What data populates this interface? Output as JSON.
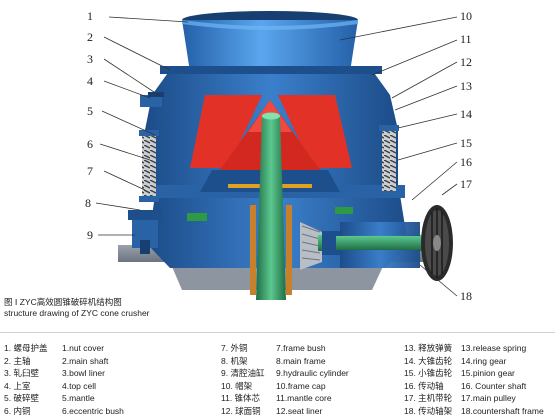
{
  "callouts": [
    "1",
    "2",
    "3",
    "4",
    "5",
    "6",
    "7",
    "8",
    "9",
    "10",
    "11",
    "12",
    "13",
    "14",
    "15",
    "16",
    "17",
    "18"
  ],
  "caption": {
    "cn": "图 Ⅰ   ZYC高效圆锥破碎机结构图",
    "en": "structure drawing of ZYC cone crusher"
  },
  "legend": [
    {
      "cn": "1. 螺母护盖",
      "en": "1.nut cover"
    },
    {
      "cn": "2. 主轴",
      "en": "2.main shaft"
    },
    {
      "cn": "3. 轧臼壁",
      "en": "3.bowl liner"
    },
    {
      "cn": "4. 上室",
      "en": "4.top cell"
    },
    {
      "cn": "5. 破碎壁",
      "en": "5.mantle"
    },
    {
      "cn": "6. 内铜",
      "en": "6.eccentric bush"
    },
    {
      "cn": "7. 外铜",
      "en": "7.frame bush"
    },
    {
      "cn": "8. 机架",
      "en": "8.main frame"
    },
    {
      "cn": "9. 清腔油缸",
      "en": "9.hydraulic cylinder"
    },
    {
      "cn": "10. 帽架",
      "en": "10.frame cap"
    },
    {
      "cn": "11. 锥体芯",
      "en": "11.mantle core"
    },
    {
      "cn": "12. 球面铜",
      "en": "12.seat liner"
    },
    {
      "cn": "13. 释放弹簧",
      "en": "13.release spring"
    },
    {
      "cn": "14. 大锥齿轮",
      "en": "14.ring gear"
    },
    {
      "cn": "15. 小锥齿轮",
      "en": "15.pinion gear"
    },
    {
      "cn": "16. 传动轴",
      "en": "16. Counter shaft"
    },
    {
      "cn": "17. 主机带轮",
      "en": "17.main pulley"
    },
    {
      "cn": "18. 传动轴架",
      "en": "18.countershaft frame"
    }
  ],
  "colors": {
    "body": "#2f6fb5",
    "body_dark": "#1d4f8c",
    "hopper": "#3a86d6",
    "liner": "#e23228",
    "shaft": "#3aa06a",
    "spring": "#555555",
    "accent_green": "#2f9a45"
  }
}
